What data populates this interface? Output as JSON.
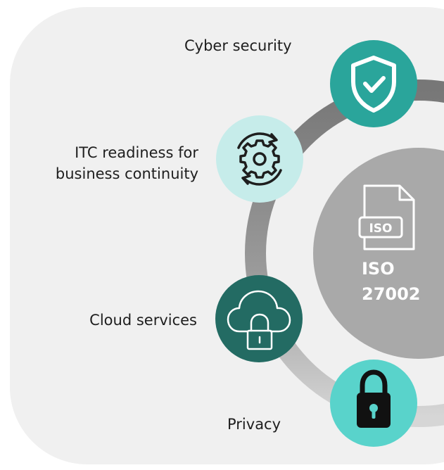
{
  "labels": {
    "cyber_security": "Cyber security",
    "itc_line1": "ITC readiness for",
    "itc_line2": "business continuity",
    "cloud_services": "Cloud services",
    "privacy": "Privacy"
  },
  "center": {
    "doc_badge": "ISO",
    "line1": "ISO",
    "line2": "27002"
  },
  "icons": {
    "cyber_security": "shield-check-icon",
    "itc_readiness": "gear-refresh-icon",
    "cloud_services": "cloud-lock-icon",
    "privacy": "padlock-icon",
    "center": "iso-document-icon"
  },
  "colors": {
    "background_panel": "#f0f0f0",
    "ring": "#8a8a8a",
    "center_circle": "#a9a9a9",
    "cyber_security": "#2aa59b",
    "itc_readiness": "#c6ecea",
    "cloud_services": "#236b63",
    "privacy": "#59d3cb"
  }
}
